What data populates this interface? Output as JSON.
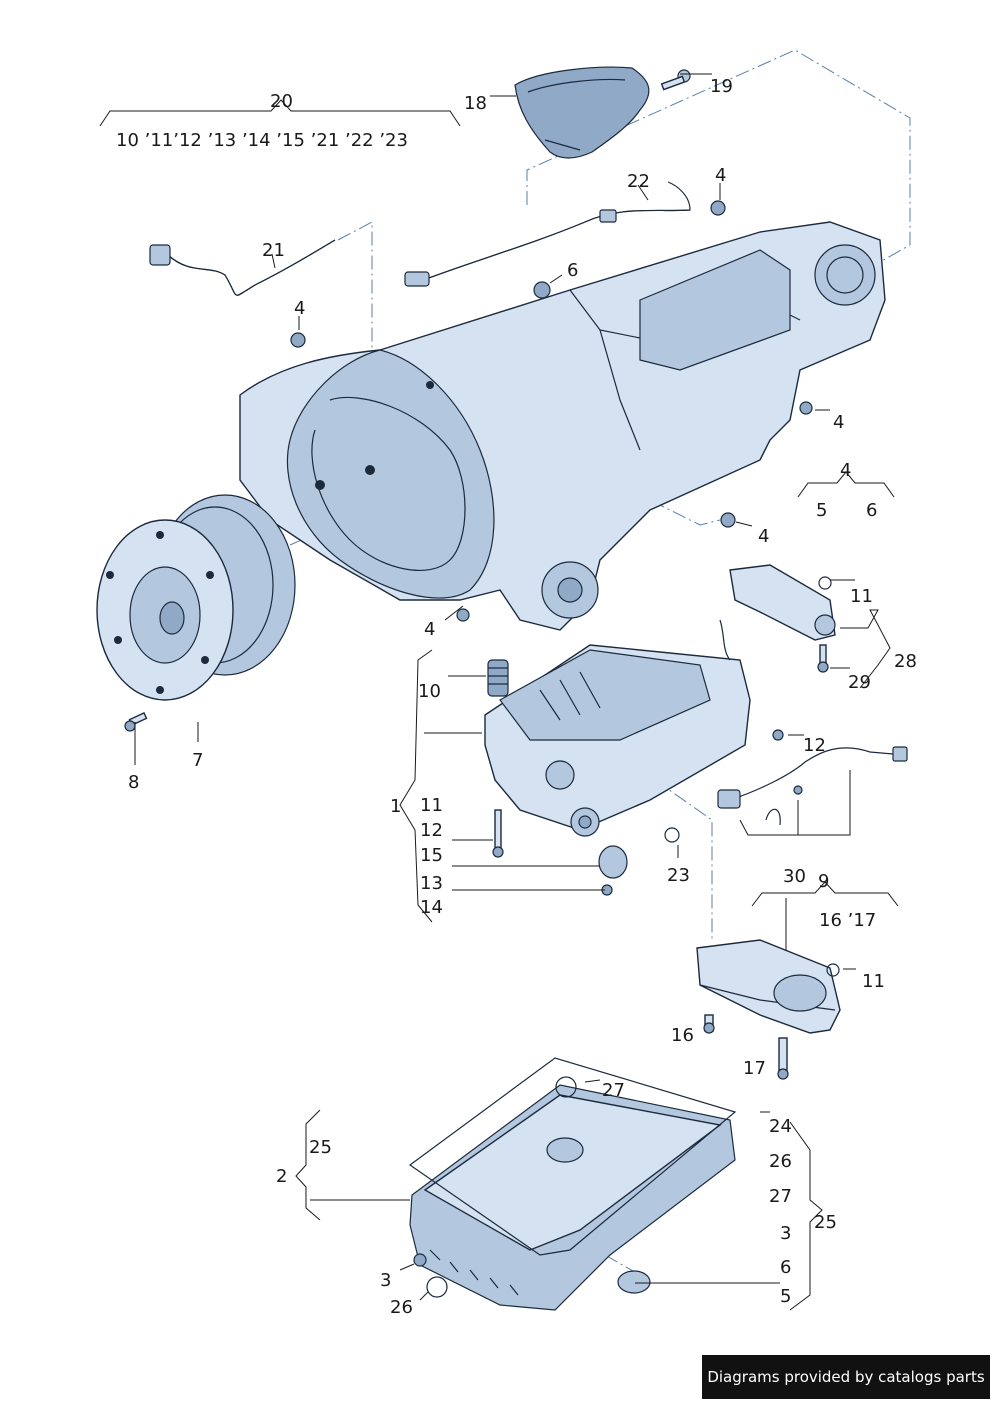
{
  "diagram": {
    "callouts": {
      "c20": "20",
      "c20_list": "10 ’11’12 ’13 ’14  ’15 ’21 ’22  ’23",
      "c18": "18",
      "c19": "19",
      "c22": "22",
      "c4_top": "4",
      "c21": "21",
      "c6_top": "6",
      "c4_left": "4",
      "c4_right": "4",
      "c4_group": "4",
      "c5_group": "5",
      "c6_group": "6",
      "c4_mid": "4",
      "c4_bottom": "4",
      "c11_a": "11",
      "c28": "28",
      "c29": "29",
      "c10": "10",
      "c8": "8",
      "c7": "7",
      "c12_right": "12",
      "c1": "1",
      "c11_b": "11",
      "c12_b": "12",
      "c15": "15",
      "c13": "13",
      "c14": "14",
      "c23": "23",
      "c30": "30",
      "c9": "9",
      "c16_17": "16 ’17",
      "c11_c": "11",
      "c16": "16",
      "c17": "17",
      "c27_top": "27",
      "c24": "24",
      "c25_left": "25",
      "c2": "2",
      "c26_right": "26",
      "c27_right": "27",
      "c3_right": "3",
      "c25_right": "25",
      "c6_right": "6",
      "c5_right": "5",
      "c3_left": "3",
      "c26_left": "26"
    }
  },
  "footer": {
    "credit": "Diagrams provided by catalogs parts"
  }
}
